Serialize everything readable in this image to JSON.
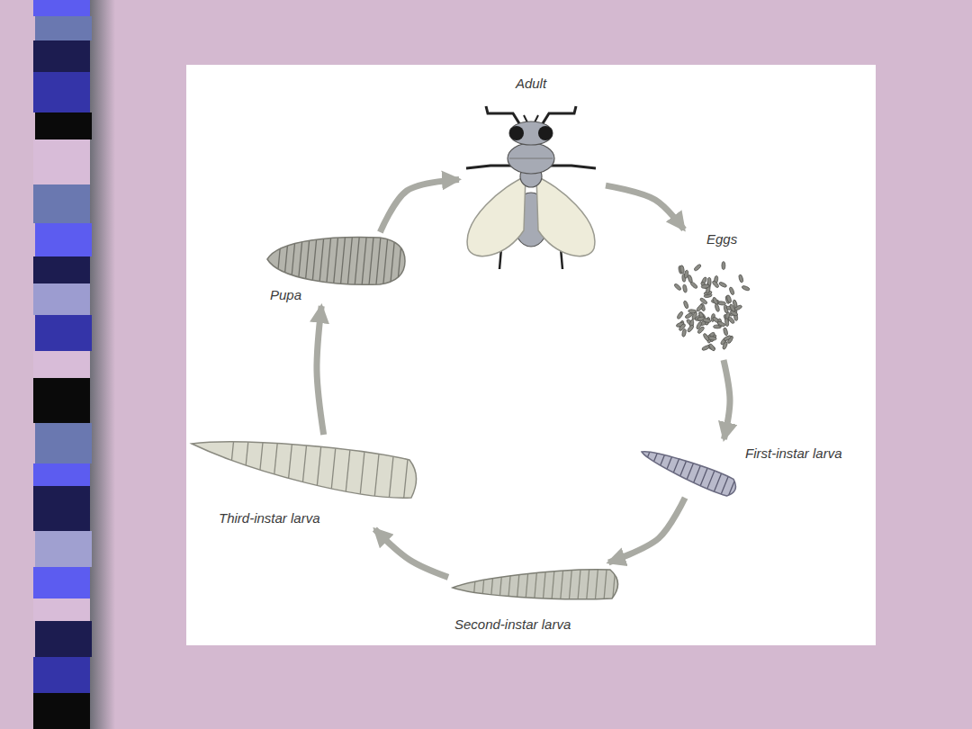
{
  "diagram": {
    "nodes": [
      {
        "text": [
          "Adult"
        ]
      },
      {
        "text": [
          "Eggs"
        ]
      },
      {
        "text": [
          "First-instar larva"
        ]
      },
      {
        "text": [
          "Second-instar larva"
        ]
      },
      {
        "text": [
          "Third-instar larva"
        ]
      },
      {
        "text": [
          "Pupa"
        ]
      }
    ],
    "edges": [
      {
        "from": 0,
        "to": 1,
        "arrow": "to"
      },
      {
        "from": 1,
        "to": 2,
        "arrow": "to"
      },
      {
        "from": 2,
        "to": 3,
        "arrow": "to"
      },
      {
        "from": 3,
        "to": 4,
        "arrow": "to"
      },
      {
        "from": 4,
        "to": 5,
        "arrow": "to"
      },
      {
        "from": 5,
        "to": 0,
        "arrow": "to"
      }
    ]
  }
}
